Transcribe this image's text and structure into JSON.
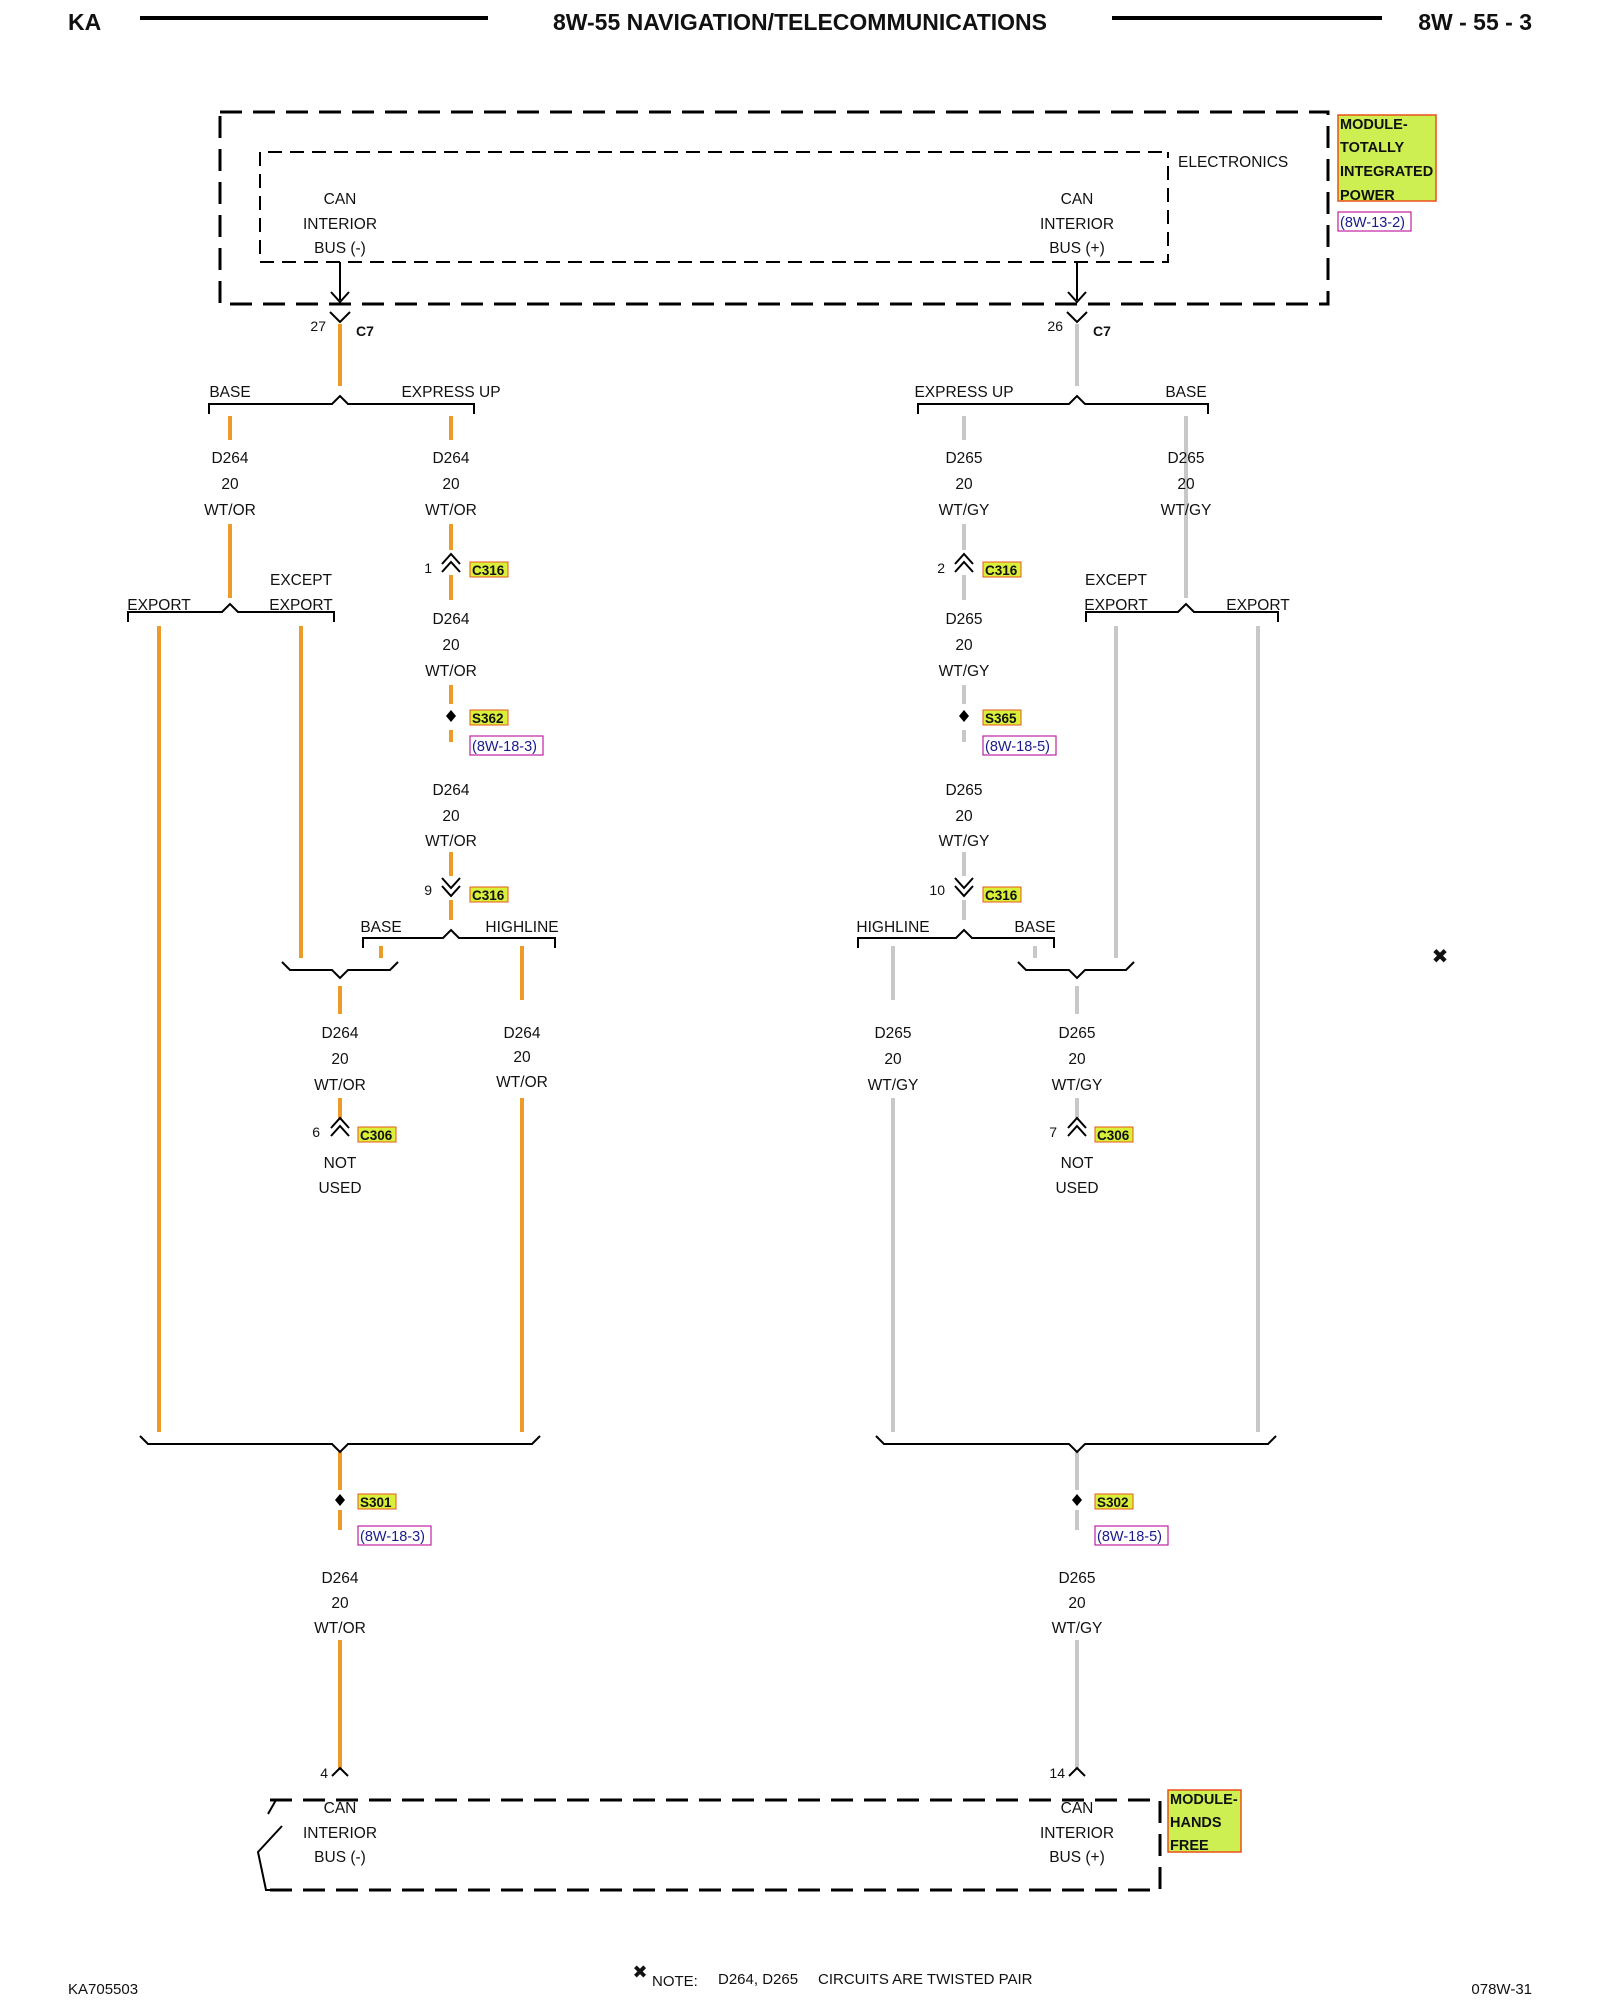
{
  "header": {
    "left": "KA",
    "title": "8W-55 NAVIGATION/TELECOMMUNICATIONS",
    "right": "8W - 55 - 3"
  },
  "tipm": {
    "name": [
      "MODULE-",
      "TOTALLY",
      "INTEGRATED",
      "POWER"
    ],
    "ref": "(8W-13-2)",
    "subsystem": "ELECTRONICS",
    "left_pin_label": [
      "CAN",
      "INTERIOR",
      "BUS (-)"
    ],
    "right_pin_label": [
      "CAN",
      "INTERIOR",
      "BUS (+)"
    ],
    "left_cavity": "27",
    "right_cavity": "26",
    "connector": "C7"
  },
  "hands_free": {
    "name": [
      "MODULE-",
      "HANDS",
      "FREE"
    ],
    "left_pin_label": [
      "CAN",
      "INTERIOR",
      "BUS (-)"
    ],
    "right_pin_label": [
      "CAN",
      "INTERIOR",
      "BUS (+)"
    ],
    "left_cavity": "4",
    "right_cavity": "14"
  },
  "options": {
    "base": "BASE",
    "express_up": "EXPRESS UP",
    "export": "EXPORT",
    "except": "EXCEPT",
    "highline": "HIGHLINE"
  },
  "wires": {
    "neg": {
      "circuit": "D264",
      "gauge": "20",
      "color": "WT/OR",
      "stroke": "#ec9a2a"
    },
    "pos": {
      "circuit": "D265",
      "gauge": "20",
      "color": "WT/GY",
      "stroke": "#c8c8c8"
    }
  },
  "connectors": {
    "c316": "C316",
    "c306": "C306",
    "c316_pins": [
      "1",
      "2",
      "9",
      "10"
    ],
    "c306_pins": [
      "6",
      "7"
    ]
  },
  "splices": [
    {
      "id": "S362",
      "ref": "(8W-18-3)"
    },
    {
      "id": "S365",
      "ref": "(8W-18-5)"
    },
    {
      "id": "S301",
      "ref": "(8W-18-3)"
    },
    {
      "id": "S302",
      "ref": "(8W-18-5)"
    }
  ],
  "not_used": [
    "NOT",
    "USED"
  ],
  "note_marker": "✖",
  "footer": {
    "note_label": "NOTE:",
    "note_circuits": "D264, D265",
    "note_text": "CIRCUITS ARE TWISTED PAIR",
    "left_code": "KA705503",
    "right_code": "078W-31"
  }
}
